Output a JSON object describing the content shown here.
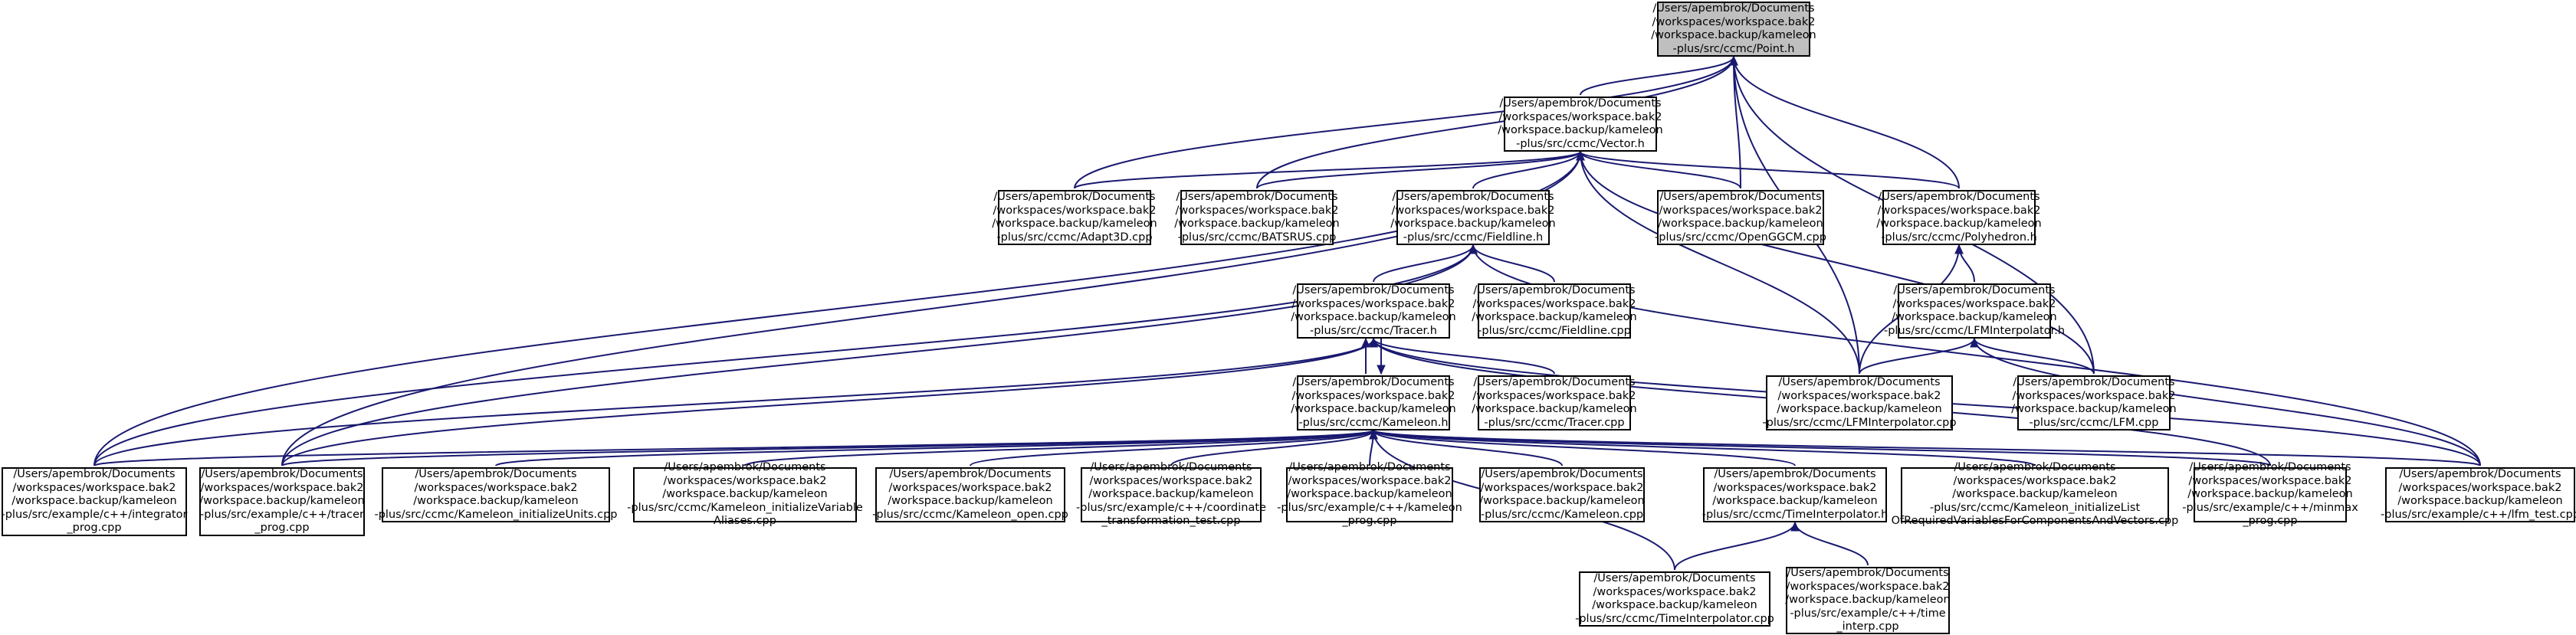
{
  "colors": {
    "edge": "#191970",
    "node_border": "#000000",
    "root_fill": "#bfbfbf",
    "node_fill": "#ffffff"
  },
  "nodes": [
    {
      "id": "point",
      "lines": [
        "/Users/apembrok/Documents",
        "/workspaces/workspace.bak2",
        "/workspace.backup/kameleon",
        "-plus/src/ccmc/Point.h"
      ],
      "root": true
    },
    {
      "id": "vector",
      "lines": [
        "/Users/apembrok/Documents",
        "/workspaces/workspace.bak2",
        "/workspace.backup/kameleon",
        "-plus/src/ccmc/Vector.h"
      ]
    },
    {
      "id": "adapt3d",
      "lines": [
        "/Users/apembrok/Documents",
        "/workspaces/workspace.bak2",
        "/workspace.backup/kameleon",
        "-plus/src/ccmc/Adapt3D.cpp"
      ]
    },
    {
      "id": "batsrus",
      "lines": [
        "/Users/apembrok/Documents",
        "/workspaces/workspace.bak2",
        "/workspace.backup/kameleon",
        "-plus/src/ccmc/BATSRUS.cpp"
      ]
    },
    {
      "id": "fieldline_h",
      "lines": [
        "/Users/apembrok/Documents",
        "/workspaces/workspace.bak2",
        "/workspace.backup/kameleon",
        "-plus/src/ccmc/Fieldline.h"
      ]
    },
    {
      "id": "openggcm",
      "lines": [
        "/Users/apembrok/Documents",
        "/workspaces/workspace.bak2",
        "/workspace.backup/kameleon",
        "-plus/src/ccmc/OpenGGCM.cpp"
      ]
    },
    {
      "id": "polyhedron",
      "lines": [
        "/Users/apembrok/Documents",
        "/workspaces/workspace.bak2",
        "/workspace.backup/kameleon",
        "-plus/src/ccmc/Polyhedron.h"
      ]
    },
    {
      "id": "tracer_h",
      "lines": [
        "/Users/apembrok/Documents",
        "/workspaces/workspace.bak2",
        "/workspace.backup/kameleon",
        "-plus/src/ccmc/Tracer.h"
      ]
    },
    {
      "id": "fieldline_cpp",
      "lines": [
        "/Users/apembrok/Documents",
        "/workspaces/workspace.bak2",
        "/workspace.backup/kameleon",
        "-plus/src/ccmc/Fieldline.cpp"
      ]
    },
    {
      "id": "lfminterp_h",
      "lines": [
        "/Users/apembrok/Documents",
        "/workspaces/workspace.bak2",
        "/workspace.backup/kameleon",
        "-plus/src/ccmc/LFMInterpolator.h"
      ]
    },
    {
      "id": "kameleon_h",
      "lines": [
        "/Users/apembrok/Documents",
        "/workspaces/workspace.bak2",
        "/workspace.backup/kameleon",
        "-plus/src/ccmc/Kameleon.h"
      ]
    },
    {
      "id": "tracer_cpp",
      "lines": [
        "/Users/apembrok/Documents",
        "/workspaces/workspace.bak2",
        "/workspace.backup/kameleon",
        "-plus/src/ccmc/Tracer.cpp"
      ]
    },
    {
      "id": "lfminterp_cpp",
      "lines": [
        "/Users/apembrok/Documents",
        "/workspaces/workspace.bak2",
        "/workspace.backup/kameleon",
        "-plus/src/ccmc/LFMInterpolator.cpp"
      ]
    },
    {
      "id": "lfm_cpp",
      "lines": [
        "/Users/apembrok/Documents",
        "/workspaces/workspace.bak2",
        "/workspace.backup/kameleon",
        "-plus/src/ccmc/LFM.cpp"
      ]
    },
    {
      "id": "integrator",
      "lines": [
        "/Users/apembrok/Documents",
        "/workspaces/workspace.bak2",
        "/workspace.backup/kameleon",
        "-plus/src/example/c++/integrator",
        "_prog.cpp"
      ]
    },
    {
      "id": "tracer_prog",
      "lines": [
        "/Users/apembrok/Documents",
        "/workspaces/workspace.bak2",
        "/workspace.backup/kameleon",
        "-plus/src/example/c++/tracer",
        "_prog.cpp"
      ]
    },
    {
      "id": "init_units",
      "lines": [
        "/Users/apembrok/Documents",
        "/workspaces/workspace.bak2",
        "/workspace.backup/kameleon",
        "-plus/src/ccmc/Kameleon_initializeUnits.cpp"
      ]
    },
    {
      "id": "init_aliases",
      "lines": [
        "/Users/apembrok/Documents",
        "/workspaces/workspace.bak2",
        "/workspace.backup/kameleon",
        "-plus/src/ccmc/Kameleon_initializeVariable",
        "Aliases.cpp"
      ]
    },
    {
      "id": "kameleon_open",
      "lines": [
        "/Users/apembrok/Documents",
        "/workspaces/workspace.bak2",
        "/workspace.backup/kameleon",
        "-plus/src/ccmc/Kameleon_open.cpp"
      ]
    },
    {
      "id": "coord_test",
      "lines": [
        "/Users/apembrok/Documents",
        "/workspaces/workspace.bak2",
        "/workspace.backup/kameleon",
        "-plus/src/example/c++/coordinate",
        "_transformation_test.cpp"
      ]
    },
    {
      "id": "kameleon_prog",
      "lines": [
        "/Users/apembrok/Documents",
        "/workspaces/workspace.bak2",
        "/workspace.backup/kameleon",
        "-plus/src/example/c++/kameleon",
        "_prog.cpp"
      ]
    },
    {
      "id": "kameleon_cpp",
      "lines": [
        "/Users/apembrok/Documents",
        "/workspaces/workspace.bak2",
        "/workspace.backup/kameleon",
        "-plus/src/ccmc/Kameleon.cpp"
      ]
    },
    {
      "id": "timeinterp_h",
      "lines": [
        "/Users/apembrok/Documents",
        "/workspaces/workspace.bak2",
        "/workspace.backup/kameleon",
        "-plus/src/ccmc/TimeInterpolator.h"
      ]
    },
    {
      "id": "init_list",
      "lines": [
        "/Users/apembrok/Documents",
        "/workspaces/workspace.bak2",
        "/workspace.backup/kameleon",
        "-plus/src/ccmc/Kameleon_initializeList",
        "OfRequiredVariablesForComponentsAndVectors.cpp"
      ]
    },
    {
      "id": "minmax",
      "lines": [
        "/Users/apembrok/Documents",
        "/workspaces/workspace.bak2",
        "/workspace.backup/kameleon",
        "-plus/src/example/c++/minmax",
        "_prog.cpp"
      ]
    },
    {
      "id": "lfm_test",
      "lines": [
        "/Users/apembrok/Documents",
        "/workspaces/workspace.bak2",
        "/workspace.backup/kameleon",
        "-plus/src/example/c++/lfm_test.cpp"
      ]
    },
    {
      "id": "timeinterp_cpp",
      "lines": [
        "/Users/apembrok/Documents",
        "/workspaces/workspace.bak2",
        "/workspace.backup/kameleon",
        "-plus/src/ccmc/TimeInterpolator.cpp"
      ]
    },
    {
      "id": "time_interp_prog",
      "lines": [
        "/Users/apembrok/Documents",
        "/workspaces/workspace.bak2",
        "/workspace.backup/kameleon",
        "-plus/src/example/c++/time",
        "_interp.cpp"
      ]
    }
  ],
  "edges": [
    {
      "from": "vector",
      "to": "point"
    },
    {
      "from": "adapt3d",
      "to": "point"
    },
    {
      "from": "batsrus",
      "to": "point"
    },
    {
      "from": "openggcm",
      "to": "point"
    },
    {
      "from": "polyhedron",
      "to": "point"
    },
    {
      "from": "lfminterp_cpp",
      "to": "point"
    },
    {
      "from": "lfm_cpp",
      "to": "point"
    },
    {
      "from": "adapt3d",
      "to": "vector"
    },
    {
      "from": "batsrus",
      "to": "vector"
    },
    {
      "from": "fieldline_h",
      "to": "vector"
    },
    {
      "from": "openggcm",
      "to": "vector"
    },
    {
      "from": "polyhedron",
      "to": "vector"
    },
    {
      "from": "lfminterp_cpp",
      "to": "vector"
    },
    {
      "from": "lfm_cpp",
      "to": "vector"
    },
    {
      "from": "integrator",
      "to": "vector"
    },
    {
      "from": "tracer_prog",
      "to": "vector"
    },
    {
      "from": "tracer_h",
      "to": "fieldline_h"
    },
    {
      "from": "fieldline_cpp",
      "to": "fieldline_h"
    },
    {
      "from": "integrator",
      "to": "fieldline_h"
    },
    {
      "from": "tracer_prog",
      "to": "fieldline_h"
    },
    {
      "from": "lfm_test",
      "to": "fieldline_h"
    },
    {
      "from": "lfminterp_h",
      "to": "polyhedron"
    },
    {
      "from": "lfminterp_cpp",
      "to": "polyhedron"
    },
    {
      "from": "lfminterp_cpp",
      "to": "lfminterp_h"
    },
    {
      "from": "lfm_cpp",
      "to": "lfminterp_h"
    },
    {
      "from": "lfm_test",
      "to": "lfminterp_h"
    },
    {
      "from": "kameleon_h",
      "to": "tracer_h"
    },
    {
      "from": "tracer_h",
      "to": "kameleon_h"
    },
    {
      "from": "tracer_cpp",
      "to": "tracer_h"
    },
    {
      "from": "integrator",
      "to": "tracer_h"
    },
    {
      "from": "tracer_prog",
      "to": "tracer_h"
    },
    {
      "from": "minmax",
      "to": "tracer_h"
    },
    {
      "from": "lfm_test",
      "to": "tracer_h"
    },
    {
      "from": "integrator",
      "to": "kameleon_h"
    },
    {
      "from": "tracer_prog",
      "to": "kameleon_h"
    },
    {
      "from": "init_units",
      "to": "kameleon_h"
    },
    {
      "from": "init_aliases",
      "to": "kameleon_h"
    },
    {
      "from": "kameleon_open",
      "to": "kameleon_h"
    },
    {
      "from": "coord_test",
      "to": "kameleon_h"
    },
    {
      "from": "kameleon_prog",
      "to": "kameleon_h"
    },
    {
      "from": "kameleon_cpp",
      "to": "kameleon_h"
    },
    {
      "from": "timeinterp_h",
      "to": "kameleon_h"
    },
    {
      "from": "init_list",
      "to": "kameleon_h"
    },
    {
      "from": "minmax",
      "to": "kameleon_h"
    },
    {
      "from": "lfm_test",
      "to": "kameleon_h"
    },
    {
      "from": "timeinterp_cpp",
      "to": "kameleon_h"
    },
    {
      "from": "timeinterp_cpp",
      "to": "timeinterp_h"
    },
    {
      "from": "time_interp_prog",
      "to": "timeinterp_h"
    }
  ]
}
